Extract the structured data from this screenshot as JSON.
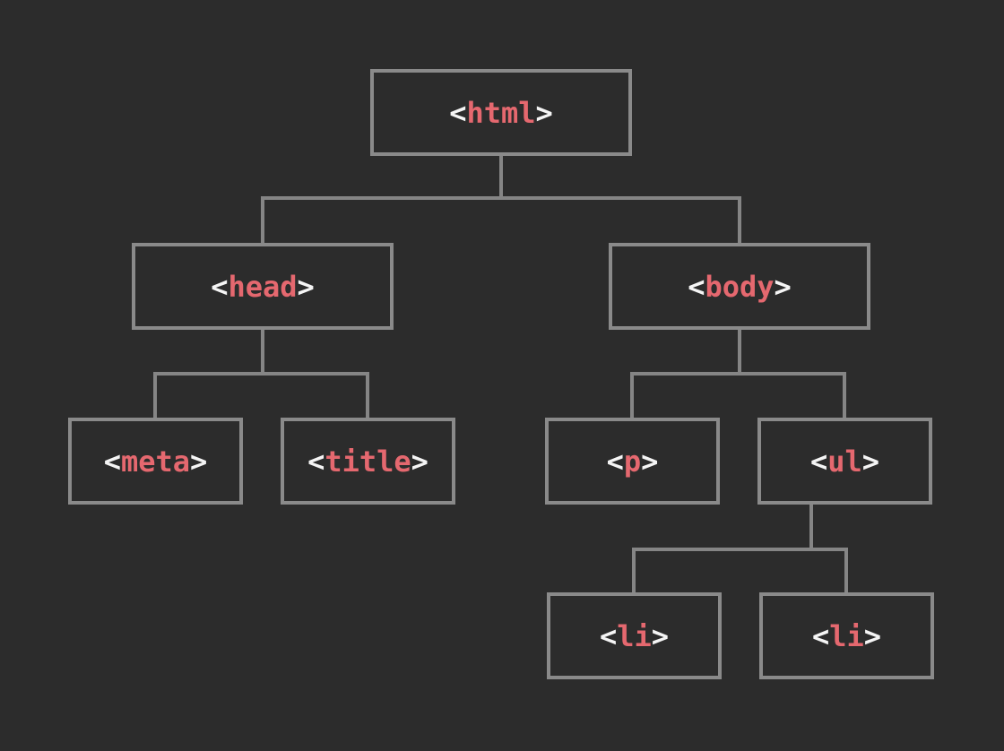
{
  "diagram": {
    "type": "dom-tree",
    "description": "HTML document tree diagram with element nodes connected by right-angle lines",
    "structure": {
      "html": [
        "head",
        "body"
      ],
      "head": [
        "meta",
        "title"
      ],
      "body": [
        "p",
        "ul"
      ],
      "ul": [
        "li1",
        "li2"
      ]
    }
  },
  "colors": {
    "background": "#2c2c2c",
    "box_border": "#8a8a8a",
    "connector": "#858585",
    "bracket": "#f5f5f5",
    "tag": "#e5686f"
  },
  "nodes": {
    "html": {
      "open": "<",
      "name": "html",
      "close": ">"
    },
    "head": {
      "open": "<",
      "name": "head",
      "close": ">"
    },
    "body": {
      "open": "<",
      "name": "body",
      "close": ">"
    },
    "meta": {
      "open": "<",
      "name": "meta",
      "close": ">"
    },
    "title": {
      "open": "<",
      "name": "title",
      "close": ">"
    },
    "p": {
      "open": "<",
      "name": "p",
      "close": ">"
    },
    "ul": {
      "open": "<",
      "name": "ul",
      "close": ">"
    },
    "li1": {
      "open": "<",
      "name": "li",
      "close": ">"
    },
    "li2": {
      "open": "<",
      "name": "li",
      "close": ">"
    }
  }
}
